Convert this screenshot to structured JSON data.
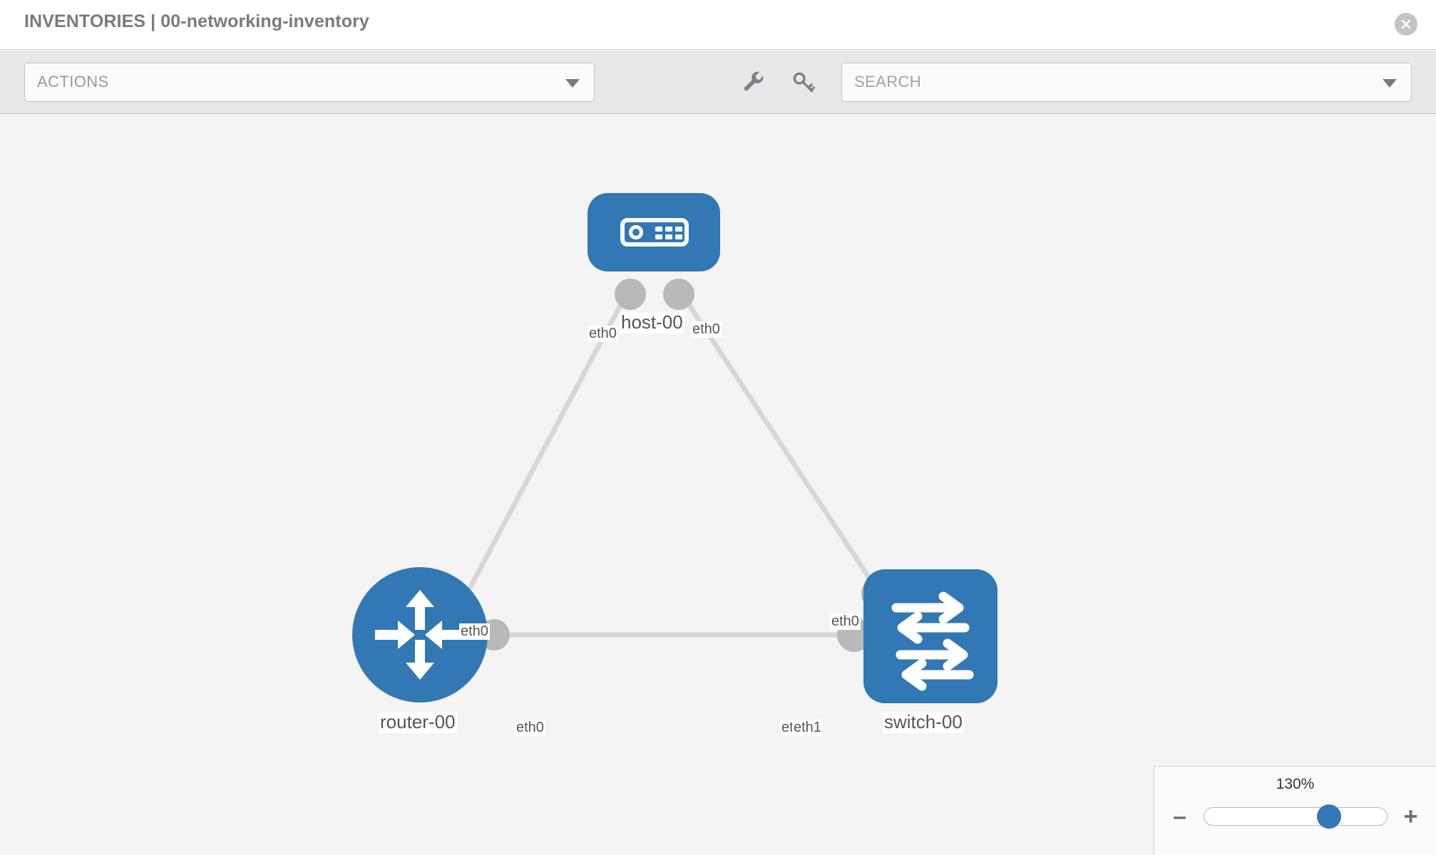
{
  "header": {
    "title": "INVENTORIES | 00-networking-inventory",
    "close_icon": "close-circle-icon"
  },
  "toolbar": {
    "actions_label": "ACTIONS",
    "actions_caret_icon": "chevron-down-icon",
    "wrench_icon": "wrench-icon",
    "key_icon": "key-icon",
    "search_placeholder": "SEARCH",
    "search_value": "",
    "search_caret_icon": "chevron-down-icon"
  },
  "topology": {
    "nodes": [
      {
        "id": "host-00",
        "label": "host-00",
        "icon": "server-icon",
        "shape": "rounded-rect",
        "color": "#3178b4"
      },
      {
        "id": "router-00",
        "label": "router-00",
        "icon": "router-arrows-icon",
        "shape": "circle",
        "color": "#3178b4"
      },
      {
        "id": "switch-00",
        "label": "switch-00",
        "icon": "switch-arrows-icon",
        "shape": "rounded-square",
        "color": "#3178b4"
      }
    ],
    "edges": [
      {
        "from": "host-00",
        "to": "router-00",
        "from_label": "eth0",
        "to_label": "eth0"
      },
      {
        "from": "host-00",
        "to": "switch-00",
        "from_label": "eth0",
        "to_label": "eth0"
      },
      {
        "from": "router-00",
        "to": "switch-00",
        "from_label": "eth0",
        "to_label_a": "eth0",
        "to_label_b": "eth1"
      }
    ],
    "edge_labels": {
      "host_left": "eth0",
      "host_right": "eth0",
      "router_upper": "eth0",
      "switch_upper": "eth0",
      "router_right": "eth0",
      "switch_left_hidden": "eth0",
      "switch_left": "eth1"
    },
    "link_color": "#d7d7d7",
    "port_color": "#b9b9b9"
  },
  "zoom_control": {
    "percent": "130%",
    "minus_label": "–",
    "plus_label": "+",
    "value": 130,
    "min": 10,
    "max": 220
  }
}
